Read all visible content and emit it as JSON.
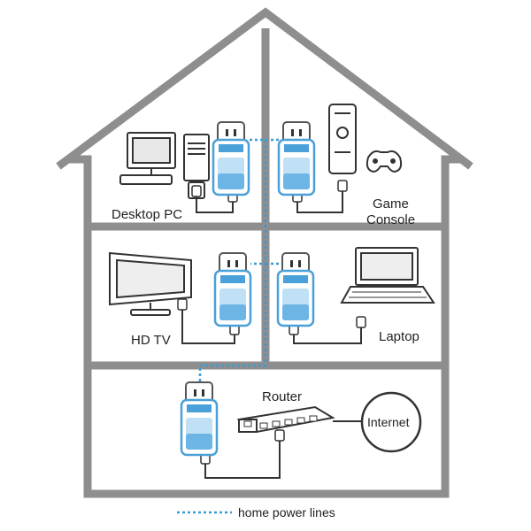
{
  "colors": {
    "house": "#8e8e8e",
    "cable": "#333333",
    "power_line": "#3a9bd6",
    "adapter_blue": "#4aa0d8"
  },
  "icons": [
    "desktop-pc-icon",
    "game-console-icon",
    "gamepad-icon",
    "hd-tv-icon",
    "laptop-icon",
    "router-icon",
    "powerline-adapter-icon",
    "wall-outlet-icon"
  ],
  "labels": {
    "desktop_pc": "Desktop PC",
    "game_console_line1": "Game",
    "game_console_line2": "Console",
    "hd_tv": "HD TV",
    "laptop": "Laptop",
    "router": "Router",
    "internet": "Internet"
  },
  "legend": {
    "label": "home power lines"
  }
}
